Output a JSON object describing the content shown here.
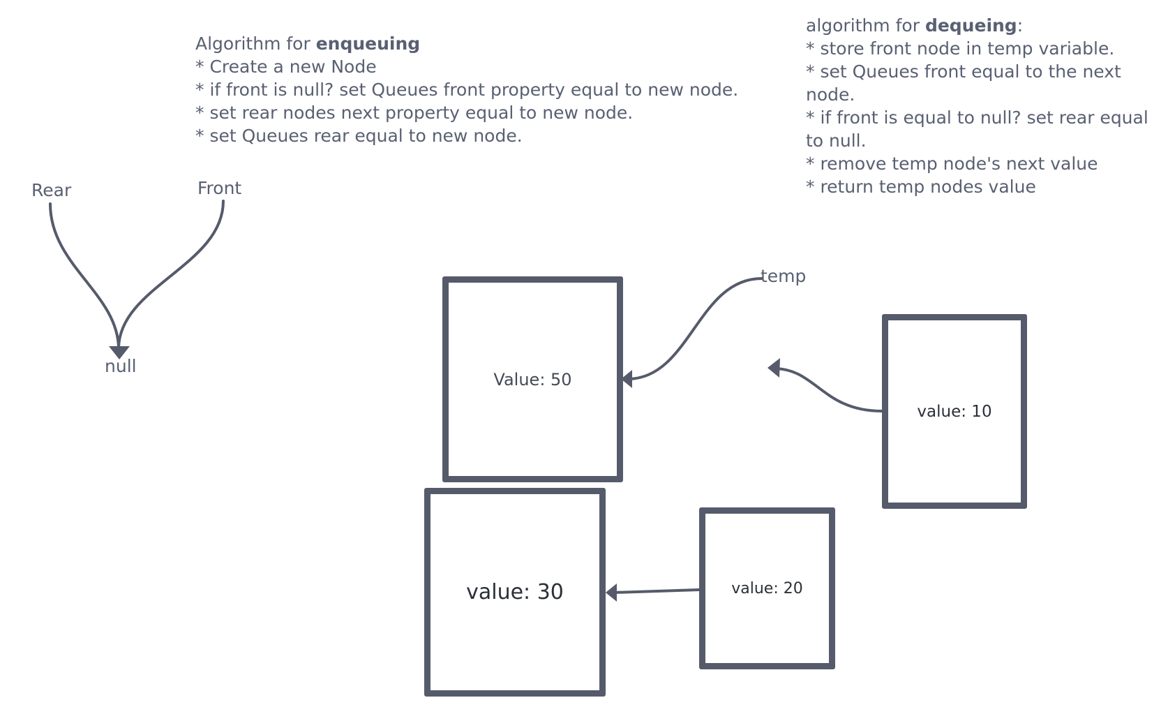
{
  "enqueue_note": {
    "heading_prefix": "Algorithm for ",
    "heading_bold": "enqueuing",
    "lines": [
      "* Create a new Node",
      "* if front is null?  set Queues front property equal to new node.",
      "* set rear nodes next property equal to new node.",
      "* set Queues rear equal to new node."
    ]
  },
  "dequeue_note": {
    "heading_prefix": "algorithm for ",
    "heading_bold": "dequeing",
    "heading_suffix": ":",
    "lines": [
      "* store front node in temp variable.",
      "* set Queues front equal to the next",
      "node.",
      "* if front is equal to null? set rear equal",
      "to null.",
      "* remove temp node's next value",
      "* return temp nodes value"
    ]
  },
  "pointers": {
    "rear": "Rear",
    "front": "Front",
    "null": "null",
    "temp": "temp"
  },
  "nodes": {
    "node_50": "Value: 50",
    "node_10": "value: 10",
    "node_30": "value: 30",
    "node_20": "value: 20"
  },
  "colors": {
    "stroke": "#555b6b",
    "text": "#596072"
  }
}
